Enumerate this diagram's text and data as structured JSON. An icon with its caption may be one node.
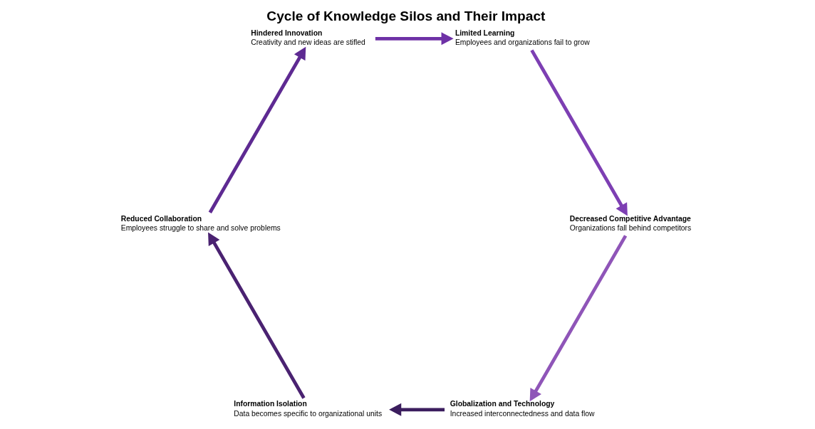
{
  "diagram": {
    "title": "Cycle of Knowledge Silos and Their Impact",
    "nodes": [
      {
        "text": [
          "Globalization and Technology",
          "Increased interconnectedness and data flow"
        ]
      },
      {
        "text": [
          "Decreased Competitive Advantage",
          "Organizations fall behind competitors"
        ]
      },
      {
        "text": [
          "Information Isolation",
          "Data becomes specific to organizational units"
        ]
      },
      {
        "text": [
          "Limited Learning",
          "Employees and organizations fail to grow"
        ]
      },
      {
        "text": [
          "Reduced Collaboration",
          "Employees struggle to share and solve problems"
        ]
      },
      {
        "text": [
          "Hindered Innovation",
          "Creativity and new ideas are stifled"
        ]
      }
    ],
    "edges": [
      {
        "from": 0,
        "to": 2,
        "arrow": "to",
        "color": "#3b1d5e"
      },
      {
        "from": 2,
        "to": 4,
        "arrow": "to",
        "color": "#4a2271"
      },
      {
        "from": 4,
        "to": 5,
        "arrow": "to",
        "color": "#5e2a92"
      },
      {
        "from": 5,
        "to": 3,
        "arrow": "to",
        "color": "#6e31a6"
      },
      {
        "from": 3,
        "to": 1,
        "arrow": "to",
        "color": "#7d3fb3"
      },
      {
        "from": 1,
        "to": 0,
        "arrow": "to",
        "color": "#8f55b8"
      }
    ]
  }
}
